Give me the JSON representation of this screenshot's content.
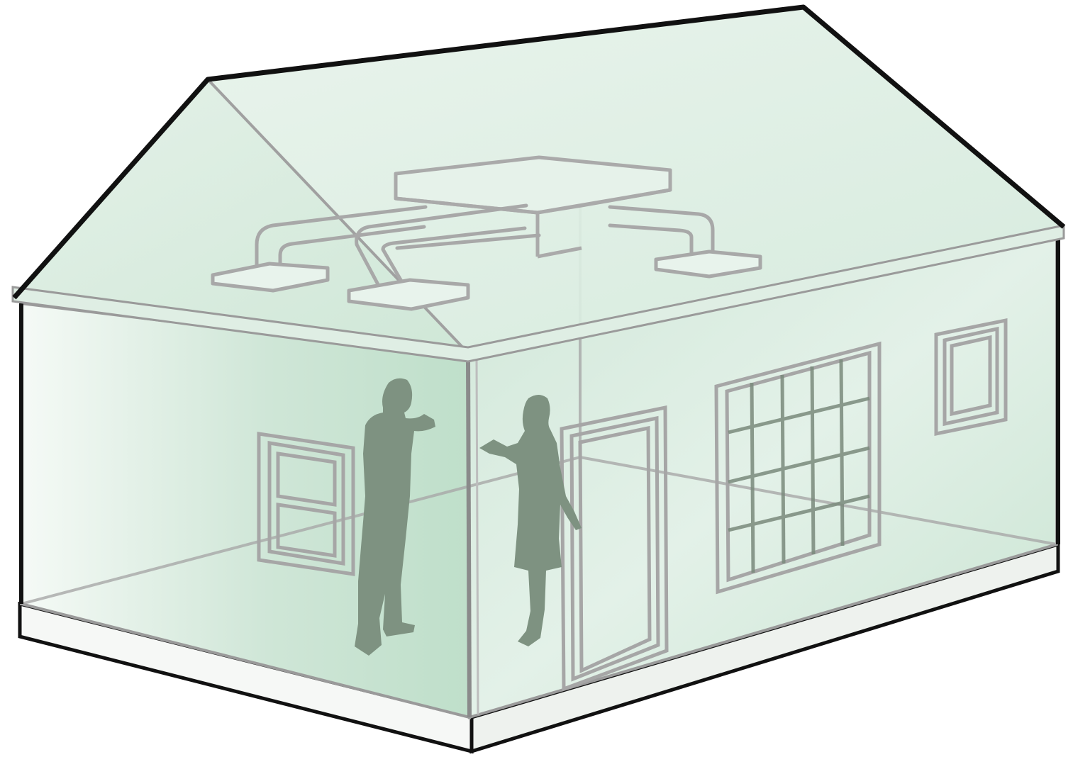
{
  "diagram": {
    "subject": "house-cutaway-illustration",
    "components": [
      {
        "id": "roof",
        "label": ""
      },
      {
        "id": "attic-air-handler",
        "label": ""
      },
      {
        "id": "supply-ducts",
        "label": ""
      },
      {
        "id": "ceiling-registers",
        "label": ""
      },
      {
        "id": "front-door",
        "label": ""
      },
      {
        "id": "picture-window",
        "label": ""
      },
      {
        "id": "small-window",
        "label": ""
      },
      {
        "id": "side-window",
        "label": ""
      },
      {
        "id": "person-man",
        "label": ""
      },
      {
        "id": "person-woman",
        "label": ""
      }
    ],
    "colors": {
      "wall_fill": "#d6ebdd",
      "wall_tint": "#c4e2cf",
      "roof_fill": "#dff0e4",
      "outline": "#111111",
      "ghost_line": "#a9a9a9",
      "silhouette": "#7e9281",
      "plinth": "#f4f6f4"
    }
  }
}
